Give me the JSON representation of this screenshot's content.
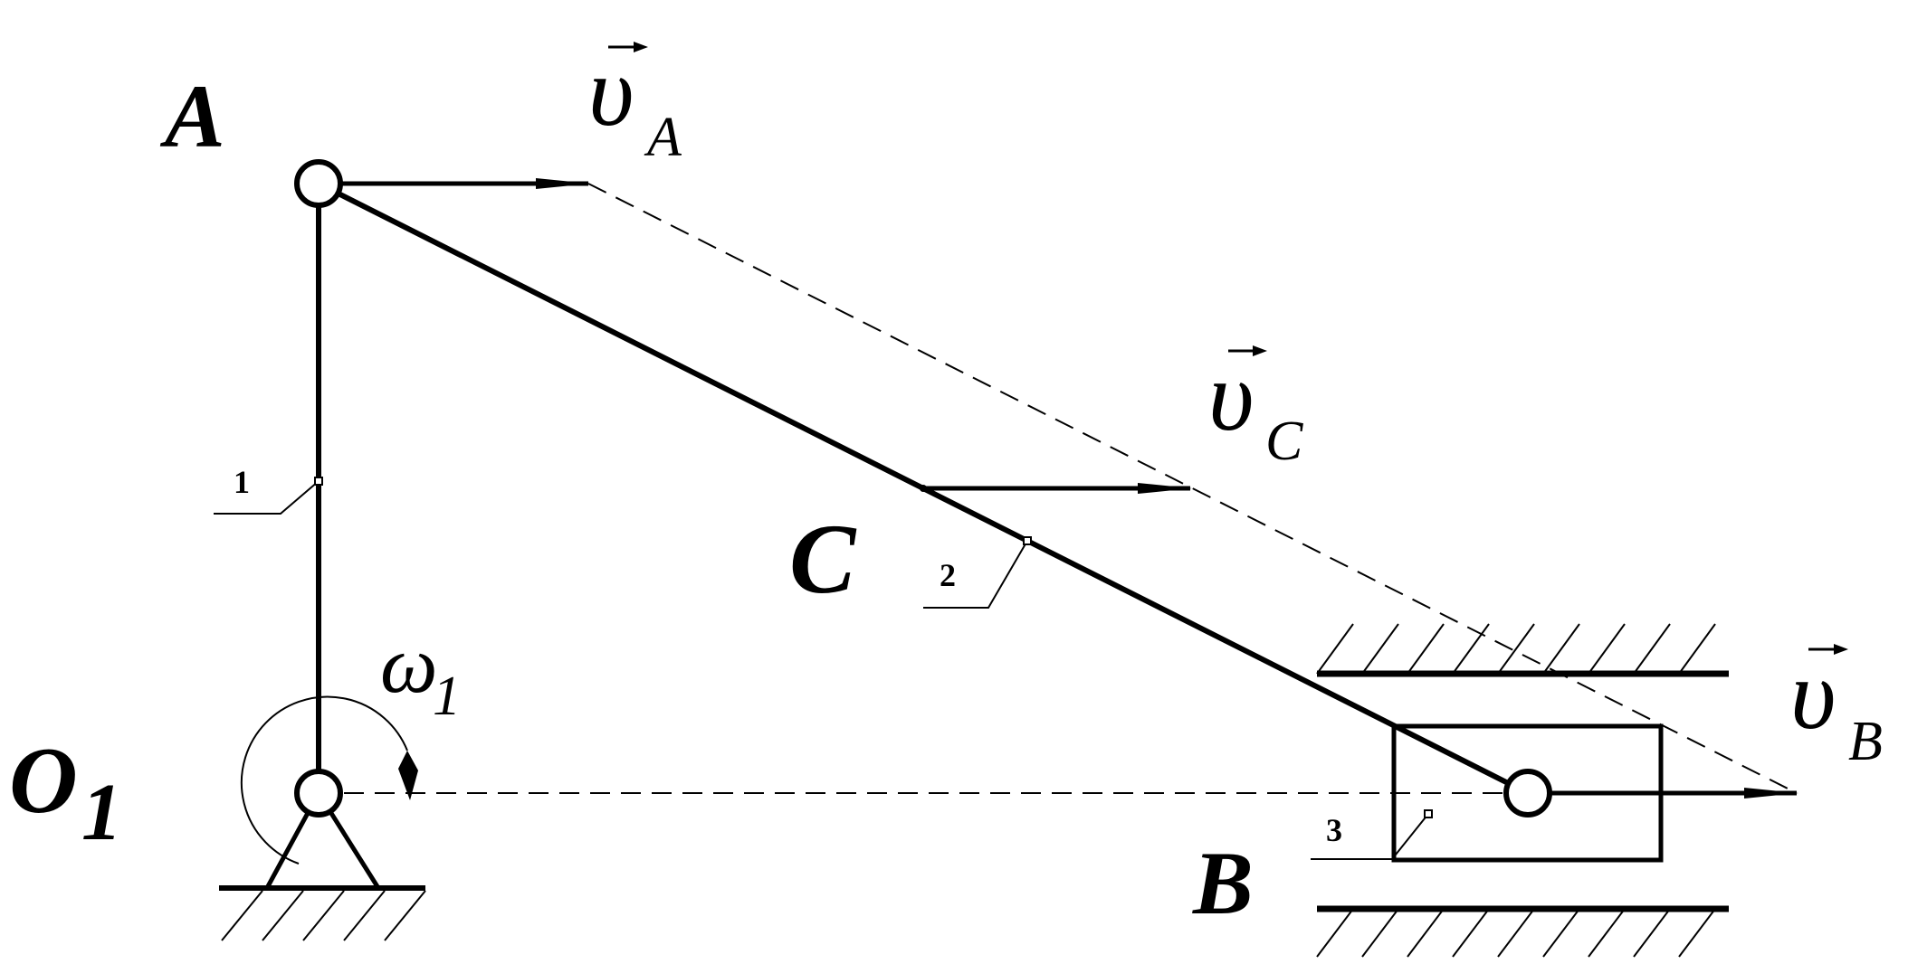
{
  "points": {
    "A": "A",
    "O1_main": "O",
    "O1_sub": "1",
    "C": "C",
    "B": "B"
  },
  "velocities": {
    "symbol": "υ",
    "vA_sub": "A",
    "vC_sub": "C",
    "vB_sub": "B"
  },
  "angular": {
    "symbol": "ω",
    "sub": "1"
  },
  "links": {
    "link1": "1",
    "link2": "2",
    "link3": "3"
  },
  "colors": {
    "ink": "#000000",
    "background": "#ffffff"
  }
}
